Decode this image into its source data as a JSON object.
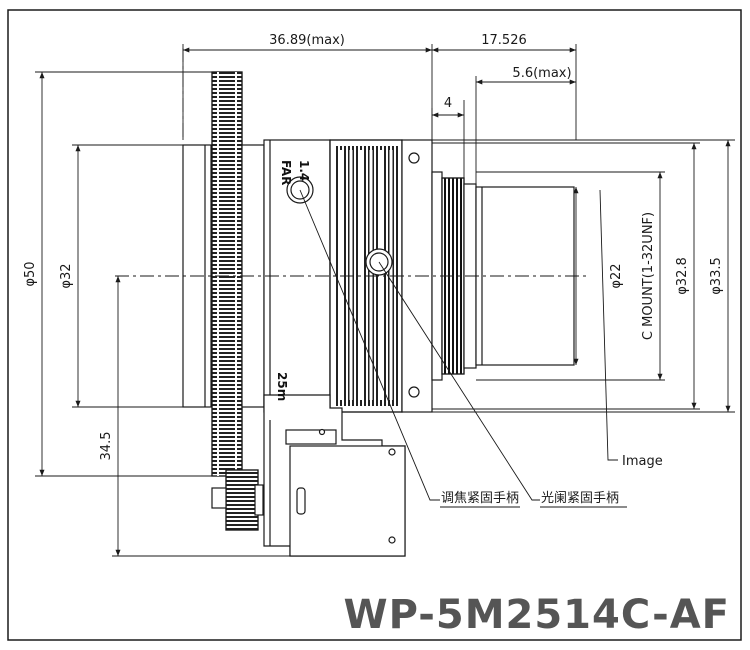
{
  "model_name": "WP-5M2514C-AF",
  "dimensions": {
    "total_length": "36.89(max)",
    "flange_to_image": "17.526",
    "back_protrusion": "5.6(max)",
    "thread_length": "4",
    "focus_ring_dia": "φ50",
    "front_dia": "φ32",
    "axis_height": "34.5",
    "mount_inner_dia": "φ22",
    "mount_thread": "C MOUNT(1-32UNF)",
    "mount_dia": "φ32.8",
    "body_dia": "φ33.5"
  },
  "callouts": {
    "image": "Image",
    "focus_lock_screw": "调焦紧固手柄",
    "iris_lock_screw": "光阑紧固手柄"
  },
  "engraving": {
    "far": "FAR",
    "iris_value": "1.4",
    "focal": "25m"
  },
  "colors": {
    "line": "#1a1a1a",
    "model_text": "#555555"
  }
}
